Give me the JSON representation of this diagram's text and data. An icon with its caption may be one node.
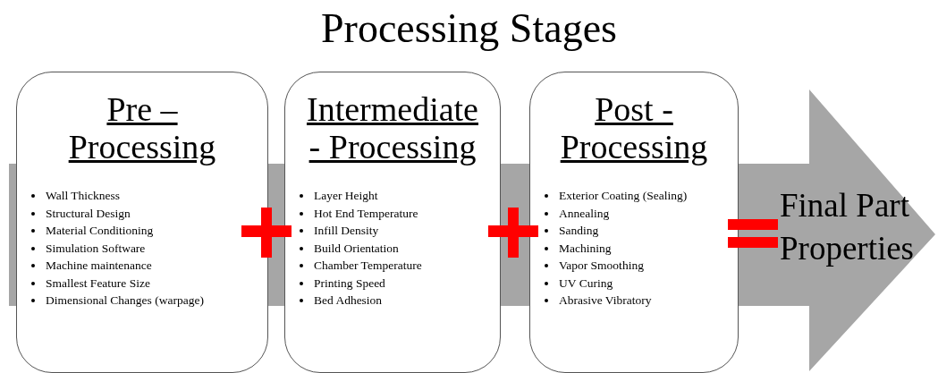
{
  "diagram": {
    "title": "Processing Stages",
    "nodes": [
      {
        "text": [
          "Pre – Processing",
          "Wall Thickness",
          "Structural Design",
          "Material Conditioning",
          "Simulation Software",
          "Machine maintenance",
          "Smallest Feature Size",
          "Dimensional Changes (warpage)"
        ]
      },
      {
        "text": [
          "Intermediate - Processing",
          "Layer Height",
          "Hot End Temperature",
          "Infill Density",
          "Build Orientation",
          "Chamber Temperature",
          "Printing Speed",
          "Bed Adhesion"
        ]
      },
      {
        "text": [
          "Post - Processing",
          "Exterior Coating (Sealing)",
          "Annealing",
          "Sanding",
          "Machining",
          "Vapor Smoothing",
          "UV Curing",
          "Abrasive Vibratory"
        ]
      },
      {
        "text": [
          "Final Part Properties"
        ]
      }
    ]
  }
}
